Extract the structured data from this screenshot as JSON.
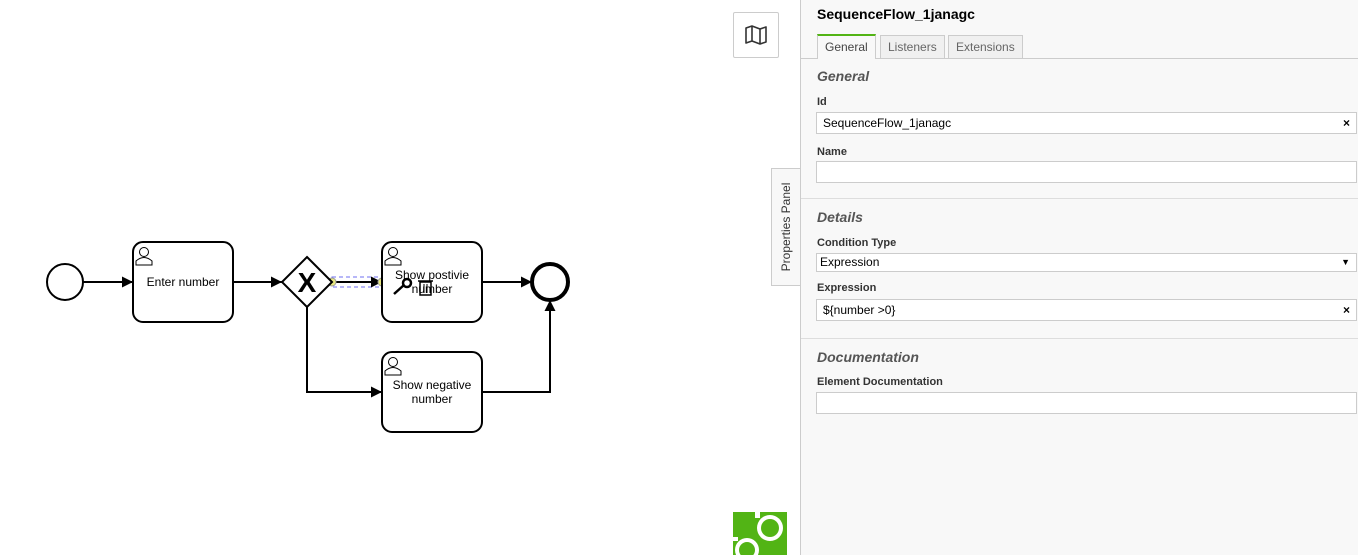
{
  "diagram": {
    "tasks": [
      {
        "id": "enter",
        "label": [
          "Enter number"
        ]
      },
      {
        "id": "positive",
        "label": [
          "Show postivie",
          "number"
        ]
      },
      {
        "id": "negative",
        "label": [
          "Show negative",
          "number"
        ]
      }
    ],
    "gateway_marker": "X",
    "selected_flow": "SequenceFlow_1janagc"
  },
  "canvas": {
    "map_icon": "map-icon",
    "properties_tab_label": "Properties Panel",
    "logo": "bpmn-io-gears-logo",
    "accent": "#52b415"
  },
  "panel": {
    "title": "SequenceFlow_1janagc",
    "tabs": [
      {
        "label": "General"
      },
      {
        "label": "Listeners"
      },
      {
        "label": "Extensions"
      }
    ],
    "general": {
      "heading": "General",
      "id_label": "Id",
      "id_value": "SequenceFlow_1janagc",
      "name_label": "Name",
      "name_value": ""
    },
    "details": {
      "heading": "Details",
      "condition_type_label": "Condition Type",
      "condition_type_value": "Expression",
      "expression_label": "Expression",
      "expression_value": "${number >0}"
    },
    "documentation": {
      "heading": "Documentation",
      "element_doc_label": "Element Documentation",
      "element_doc_value": ""
    },
    "clear_glyph": "×",
    "select_arrow": "▼"
  }
}
